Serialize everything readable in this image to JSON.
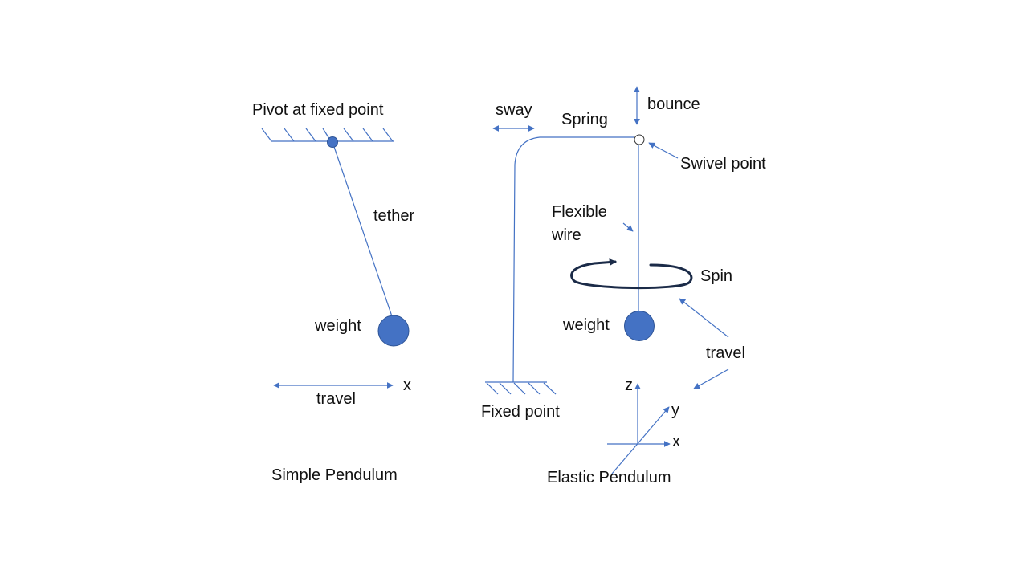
{
  "colors": {
    "line": "#4472C4",
    "weight_fill": "#4472C4",
    "weight_stroke": "#2F5597",
    "spin_stroke": "#1B2B48",
    "text": "#111111",
    "background": "#FFFFFF"
  },
  "simple_pendulum": {
    "title": "Simple Pendulum",
    "pivot_label": "Pivot at fixed point",
    "tether_label": "tether",
    "weight_label": "weight",
    "travel_label": "travel",
    "axis_x_label": "x"
  },
  "elastic_pendulum": {
    "title": "Elastic Pendulum",
    "sway_label": "sway",
    "spring_label": "Spring",
    "bounce_label": "bounce",
    "swivel_label": "Swivel point",
    "flexible_wire_label_line1": "Flexible",
    "flexible_wire_label_line2": "wire",
    "spin_label": "Spin",
    "weight_label": "weight",
    "travel_label": "travel",
    "fixed_point_label": "Fixed point",
    "axis_z_label": "z",
    "axis_y_label": "y",
    "axis_x_label": "x"
  }
}
